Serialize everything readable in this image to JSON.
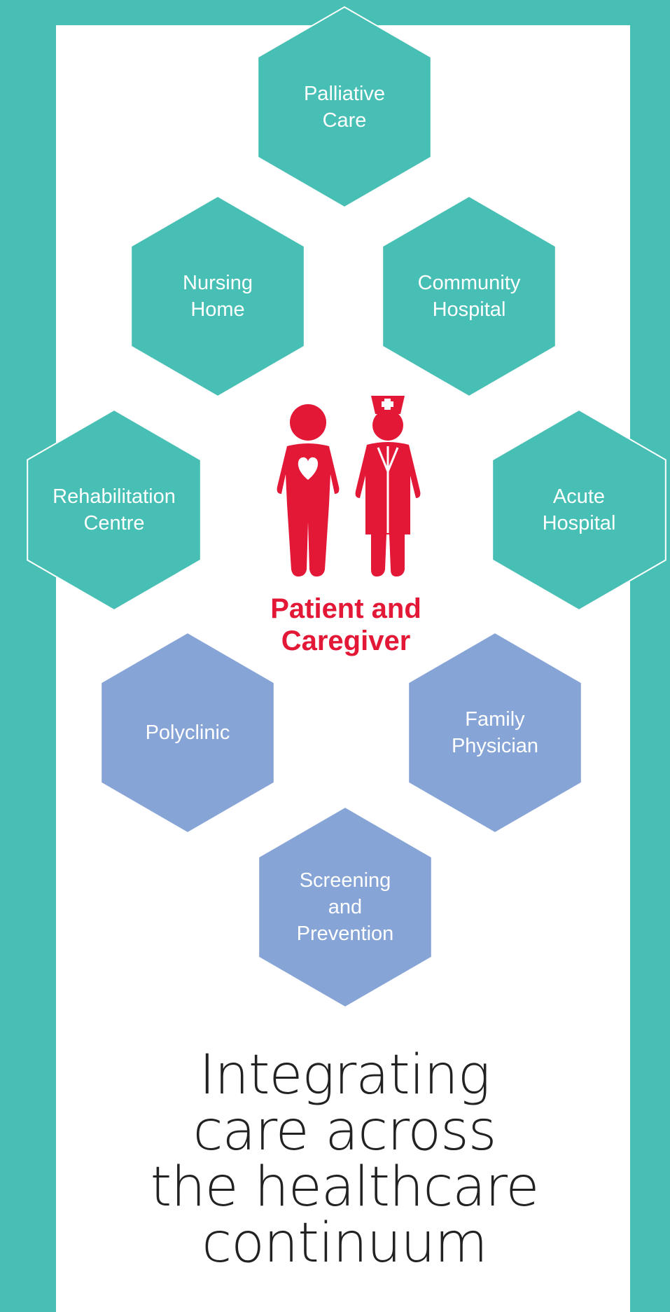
{
  "colors": {
    "background": "#48bfb4",
    "panel": "#ffffff",
    "teal_hex": "#48bfb4",
    "blue_hex": "#86a4d6",
    "accent_red": "#e31837",
    "tagline": "#222222"
  },
  "center": {
    "label": "Patient and\nCaregiver",
    "icons": [
      "patient-icon",
      "caregiver-nurse-icon"
    ]
  },
  "hexagons": [
    {
      "label": "Palliative\nCare",
      "color": "teal"
    },
    {
      "label": "Nursing\nHome",
      "color": "teal"
    },
    {
      "label": "Community\nHospital",
      "color": "teal"
    },
    {
      "label": "Rehabilitation\nCentre",
      "color": "teal"
    },
    {
      "label": "Acute\nHospital",
      "color": "teal"
    },
    {
      "label": "Polyclinic",
      "color": "blue"
    },
    {
      "label": "Family\nPhysician",
      "color": "blue"
    },
    {
      "label": "Screening\nand\nPrevention",
      "color": "blue"
    }
  ],
  "tagline": "Integrating\ncare across\nthe healthcare\ncontinuum"
}
